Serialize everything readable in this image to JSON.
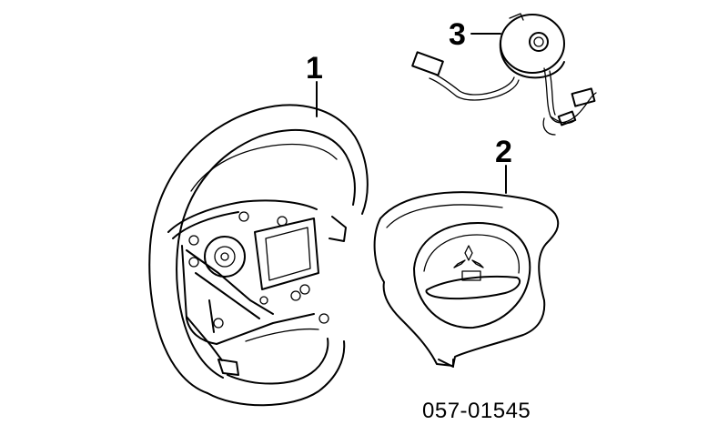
{
  "diagram": {
    "callouts": [
      {
        "id": "steering-wheel",
        "number": "1"
      },
      {
        "id": "airbag-module",
        "number": "2"
      },
      {
        "id": "clock-spring",
        "number": "3"
      }
    ],
    "part_code": "057-01545",
    "line_color": "#000000",
    "background": "#ffffff"
  }
}
